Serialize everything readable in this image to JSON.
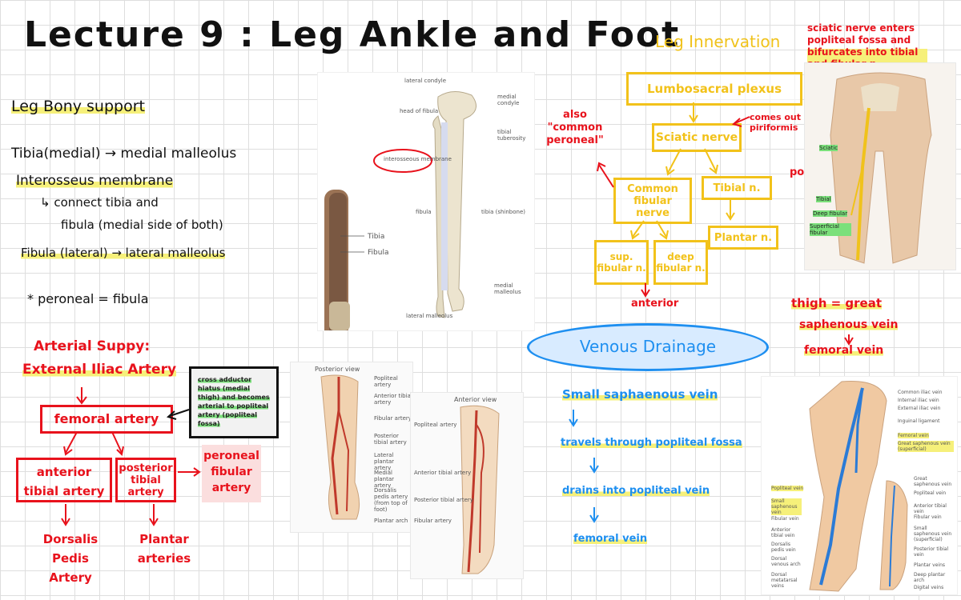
{
  "title": "Lecture 9 :  Leg Ankle and Foot",
  "bony": {
    "heading": "Leg Bony  support",
    "line1": "Tibia(medial) → medial malleolus",
    "line2": "Interosseus membrane",
    "line3": "↳ connect tibia and",
    "line4": "fibula  (medial side of both)",
    "line5": "Fibula (lateral) → lateral malleolus",
    "line6": "* peroneal = fibula"
  },
  "arterial": {
    "heading1": "Arterial Suppy:",
    "heading2": "External Iliac Artery",
    "femoral": "femoral artery",
    "note": "cross adductor hiatus (medial thigh) and becomes arterial to popliteal artery (popliteal fossa)",
    "anterior": "anterior tibial artery",
    "posterior": "posterior tibial artery",
    "peroneal": "peroneal fibular artery",
    "dorsalis": "Dorsalis Pedis Artery",
    "plantar": "Plantar arteries"
  },
  "bone_image": {
    "labels": [
      "lateral condyle",
      "medial condyle",
      "head of fibula",
      "tibial tuberosity",
      "interosseous membrane",
      "fibula",
      "tibia (shinbone)",
      "medial malleolus",
      "lateral malleolus"
    ],
    "leg_labels": [
      "Tibia",
      "Fibula"
    ]
  },
  "posterior_image": {
    "title": "Posterior view",
    "labels": [
      "Popliteal artery",
      "Anterior tibial artery",
      "Fibular artery",
      "Posterior tibial artery",
      "Lateral plantar artery",
      "Medial plantar artery",
      "Dorsalis pedis artery (from top of foot)",
      "Plantar arch"
    ]
  },
  "anterior_image": {
    "title": "Anterior view",
    "labels": [
      "Popliteal artery",
      "Anterior tibial artery",
      "Posterior tibial artery",
      "Fibular artery"
    ]
  },
  "innervation": {
    "heading": "Leg Innervation",
    "lumbosacral": "Lumbosacral plexus",
    "sciatic": "Sciatic nerve",
    "common_fibular": "Common fibular nerve",
    "tibial": "Tibial n.",
    "superficial": "sup. fibular n.",
    "deep": "deep fibular n.",
    "plantar": "Plantar n.",
    "also": "also \"common peroneal\"",
    "piriformis": "comes out piriformis",
    "anterior": "anterior",
    "posterior": "posterior",
    "sciatic_note": "sciatic nerve enters popliteal fossa and bifurcates into tibial and fibular n."
  },
  "nerve_image": {
    "labels": [
      "Sciatic",
      "Tibial",
      "Deep fibular",
      "Superficial fibular"
    ]
  },
  "venous": {
    "heading": "Venous Drainage",
    "step1": "Small saphaenous vein",
    "step2": "travels through popliteal fossa",
    "step3": "drains into popliteal vein",
    "step4": "femoral vein",
    "thigh1": "thigh = great",
    "thigh2": "saphenous vein",
    "thigh3": "femoral vein"
  },
  "vein_image": {
    "labels_right": [
      "Common iliac vein",
      "Internal iliac vein",
      "External iliac vein",
      "Inguinal ligament",
      "Femoral vein",
      "Great saphenous vein (superficial)"
    ],
    "labels_left": [
      "Popliteal vein",
      "Small saphenous vein",
      "Fibular vein",
      "Anterior tibial vein",
      "Dorsalis pedis vein",
      "Dorsal venous arch",
      "Dorsal metatarsal veins"
    ],
    "labels_foot": [
      "Great saphenous vein",
      "Popliteal vein",
      "Anterior tibial vein",
      "Fibular vein",
      "Small saphenous vein (superficial)",
      "Posterior tibial vein",
      "Plantar veins",
      "Deep plantar arch",
      "Digital veins"
    ]
  }
}
